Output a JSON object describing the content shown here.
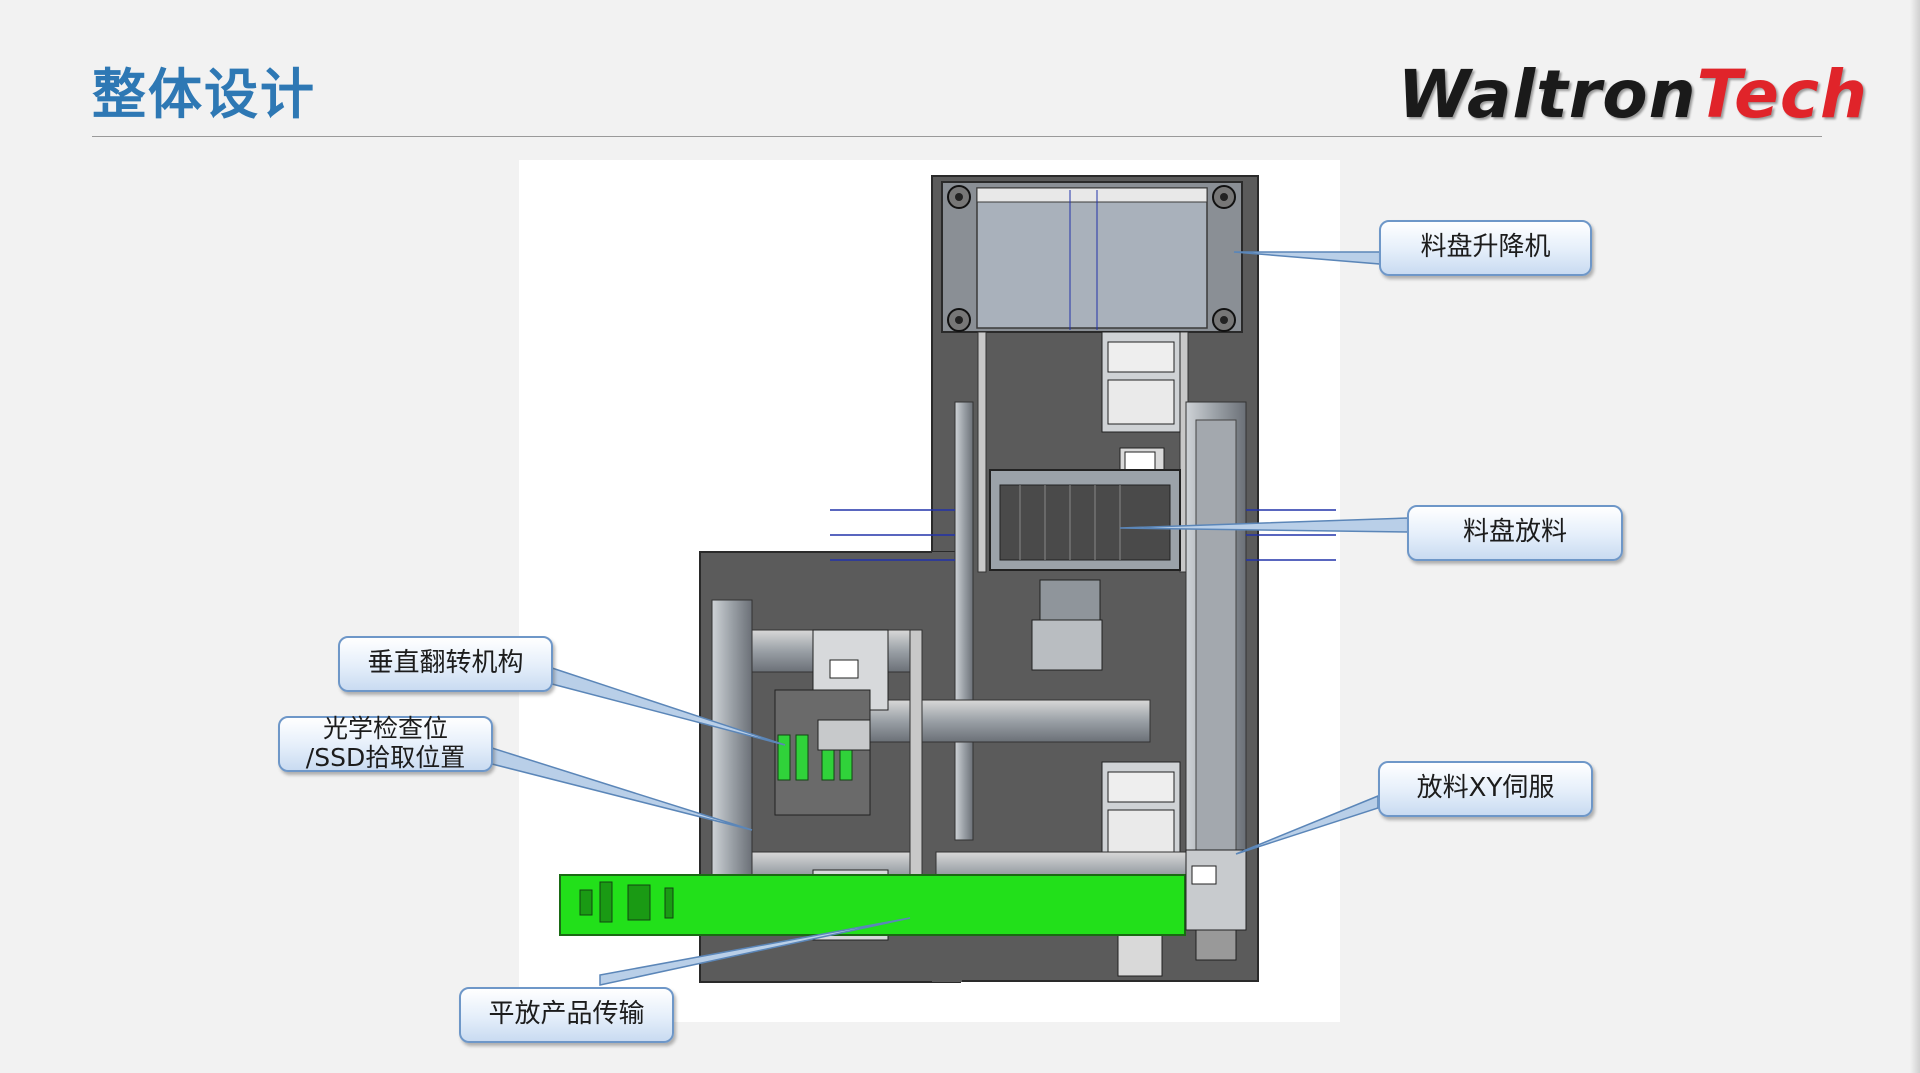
{
  "slide": {
    "title": "整体设计",
    "logo_part1": "Waltron",
    "logo_part2": "Tech"
  },
  "colors": {
    "title": "#2e78b4",
    "logo_black": "#1a1a1a",
    "logo_red": "#e0242a",
    "machine_base": "#5a5a5a",
    "conveyor": "#22e01a",
    "callout_border": "#6e97c8"
  },
  "callouts": {
    "tray_elevator": "料盘升降机",
    "tray_unload": "料盘放料",
    "vertical_flip": "垂直翻转机构",
    "optical_inspection": "光学检查位\n/SSD拾取位置",
    "unload_xy_servo": "放料XY伺服",
    "flat_conveyor": "平放产品传输"
  }
}
